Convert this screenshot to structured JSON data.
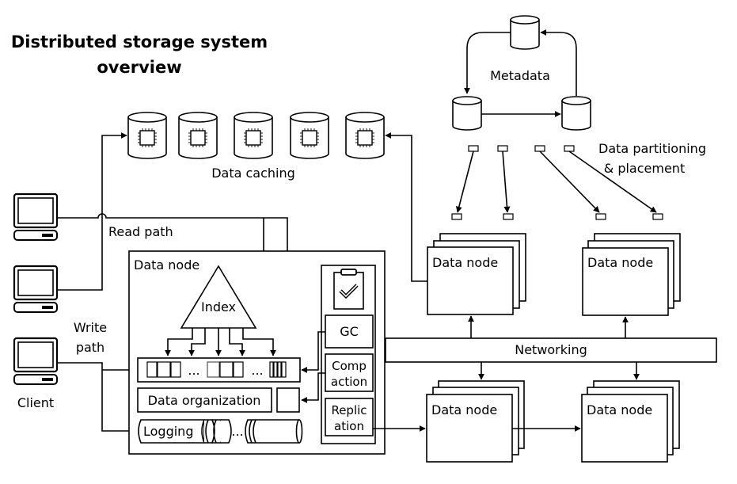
{
  "title": {
    "line1": "Distributed storage system",
    "line2": "overview"
  },
  "caching": {
    "label": "Data caching",
    "cache_count": 5
  },
  "metadata": {
    "label": "Metadata",
    "partition_label_line1": "Data partitioning",
    "partition_label_line2": "& placement"
  },
  "clients": {
    "label": "Client",
    "read_path": "Read path",
    "write_path_line1": "Write",
    "write_path_line2": "path"
  },
  "main_node": {
    "label": "Data node",
    "index": "Index",
    "ellipsis": "...",
    "data_organization": "Data organization",
    "logging": "Logging",
    "gc": "GC",
    "compaction_line1": "Comp",
    "compaction_line2": "action",
    "replication_line1": "Replic",
    "replication_line2": "ation"
  },
  "networking": {
    "label": "Networking"
  },
  "remote_nodes": [
    {
      "label": "Data node"
    },
    {
      "label": "Data node"
    },
    {
      "label": "Data node"
    },
    {
      "label": "Data node"
    }
  ]
}
